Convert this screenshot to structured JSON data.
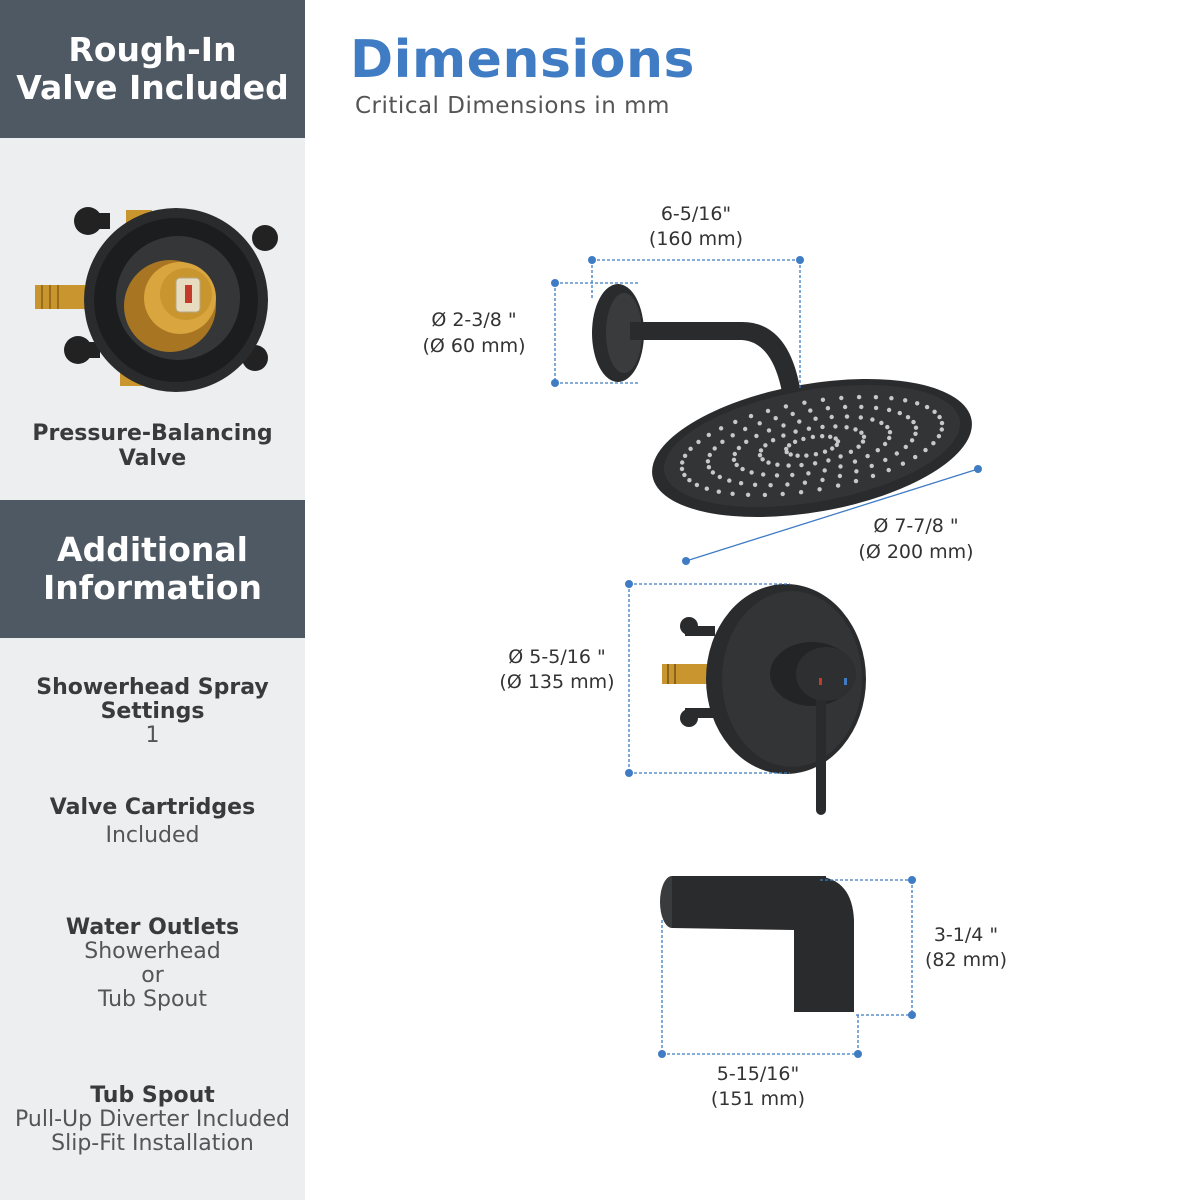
{
  "sidebar": {
    "header1": {
      "line1": "Rough-In",
      "line2": "Valve Included"
    },
    "valve_caption": {
      "line1": "Pressure-Balancing",
      "line2": "Valve"
    },
    "header2": {
      "line1": "Additional",
      "line2": "Information"
    },
    "info": [
      {
        "title1": "Showerhead Spray",
        "title2": "Settings",
        "values": [
          "1"
        ]
      },
      {
        "title1": "Valve Cartridges",
        "title2": "",
        "values": [
          "Included"
        ]
      },
      {
        "title1": "Water Outlets",
        "title2": "",
        "values": [
          "Showerhead",
          "or",
          "Tub Spout"
        ]
      },
      {
        "title1": "Tub Spout",
        "title2": "",
        "values": [
          "Pull-Up Diverter Included",
          "Slip-Fit Installation"
        ]
      }
    ]
  },
  "main": {
    "title": "Dimensions",
    "subtitle": "Critical Dimensions in mm",
    "dims": {
      "arm_length": {
        "in": "6-5/16\"",
        "mm": "(160 mm)"
      },
      "flange": {
        "in": "Ø 2-3/8 \"",
        "mm": "(Ø 60 mm)"
      },
      "showerhead": {
        "in": "Ø 7-7/8 \"",
        "mm": "(Ø 200 mm)"
      },
      "trim": {
        "in": "Ø 5-5/16 \"",
        "mm": "(Ø 135 mm)"
      },
      "spout_height": {
        "in": "3-1/4 \"",
        "mm": "(82 mm)"
      },
      "spout_length": {
        "in": "5-15/16\"",
        "mm": "(151 mm)"
      }
    }
  },
  "colors": {
    "accent": "#3f7cc4",
    "sidebar_header": "#4e5963",
    "sidebar_bg": "#eceef0",
    "product": "#2a2b2d",
    "brass": "#c9952e"
  }
}
